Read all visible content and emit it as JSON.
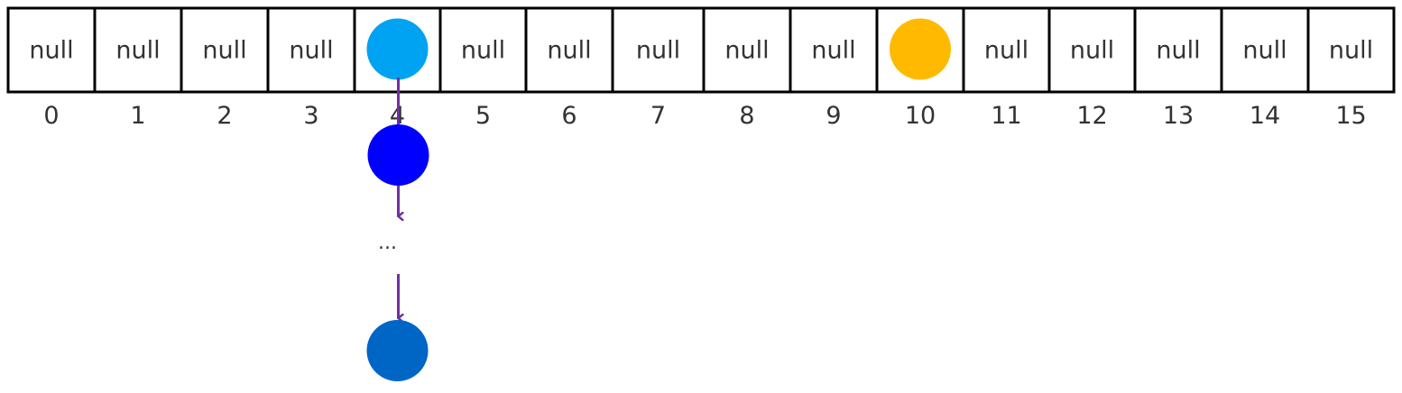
{
  "array": {
    "cells": [
      {
        "index": "0",
        "content": "null"
      },
      {
        "index": "1",
        "content": "null"
      },
      {
        "index": "2",
        "content": "null"
      },
      {
        "index": "3",
        "content": "null"
      },
      {
        "index": "4",
        "content": "",
        "node_color": "#00A2F2"
      },
      {
        "index": "5",
        "content": "null"
      },
      {
        "index": "6",
        "content": "null"
      },
      {
        "index": "7",
        "content": "null"
      },
      {
        "index": "8",
        "content": "null"
      },
      {
        "index": "9",
        "content": "null"
      },
      {
        "index": "10",
        "content": "",
        "node_color": "#FFBA00"
      },
      {
        "index": "11",
        "content": "null"
      },
      {
        "index": "12",
        "content": "null"
      },
      {
        "index": "13",
        "content": "null"
      },
      {
        "index": "14",
        "content": "null"
      },
      {
        "index": "15",
        "content": "null"
      }
    ]
  },
  "chain": {
    "bucket_index": "4",
    "arrow_color": "#7030A0",
    "nodes": [
      {
        "color": "#0000FF"
      },
      {
        "color": "#0066C6"
      }
    ],
    "ellipsis": "..."
  },
  "colors": {
    "border": "#000000",
    "text": "#333333"
  }
}
